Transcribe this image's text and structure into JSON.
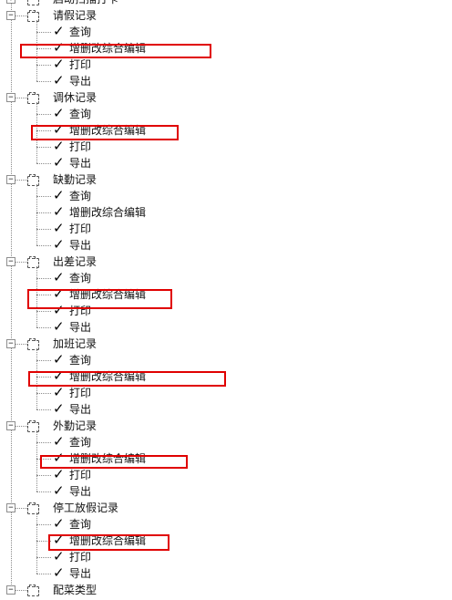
{
  "tree": {
    "partial_top_label": "启动扫描打卡",
    "expander_collapsed": "+",
    "expander_expanded": "−",
    "check_glyph": "✓",
    "groups": [
      {
        "label": "请假记录",
        "children": [
          "查询",
          "增删改综合编辑",
          "打印",
          "导出"
        ],
        "highlighted_child": 1
      },
      {
        "label": "调休记录",
        "children": [
          "查询",
          "增删改综合编辑",
          "打印",
          "导出"
        ],
        "highlighted_child": 1
      },
      {
        "label": "缺勤记录",
        "children": [
          "查询",
          "增删改综合编辑",
          "打印",
          "导出"
        ],
        "highlighted_child": null
      },
      {
        "label": "出差记录",
        "children": [
          "查询",
          "增删改综合编辑",
          "打印",
          "导出"
        ],
        "highlighted_child": 1
      },
      {
        "label": "加班记录",
        "children": [
          "查询",
          "增删改综合编辑",
          "打印",
          "导出"
        ],
        "highlighted_child": 1
      },
      {
        "label": "外勤记录",
        "children": [
          "查询",
          "增删改综合编辑",
          "打印",
          "导出"
        ],
        "highlighted_child": 1
      },
      {
        "label": "停工放假记录",
        "children": [
          "查询",
          "增删改综合编辑",
          "打印",
          "导出"
        ],
        "highlighted_child": 1
      }
    ],
    "last_item_label": "配菜类型"
  },
  "colors": {
    "highlight": "#e00000",
    "tree_line": "#8a8a8a",
    "background": "#ffffff"
  }
}
